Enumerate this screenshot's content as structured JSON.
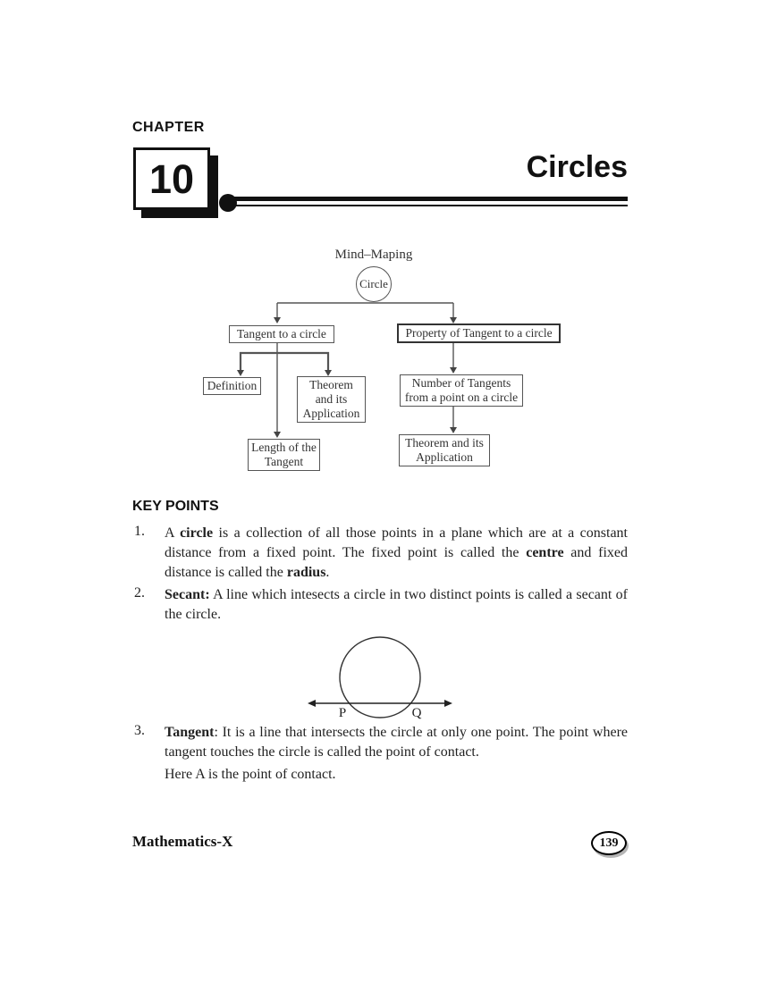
{
  "header": {
    "chapter_label": "CHAPTER",
    "chapter_number": "10",
    "title": "Circles"
  },
  "mindmap": {
    "title": "Mind–Maping",
    "root": "Circle",
    "nodes": {
      "tangent": "Tangent to a circle",
      "property": "Property of Tangent to a circle",
      "definition": "Definition",
      "theorem_left": "Theorem and its Application",
      "length": "Length of the Tangent",
      "number": "Number of Tangents from a point on a circle",
      "theorem_right": "Theorem and its Application"
    }
  },
  "key_points": {
    "heading": "KEY POINTS",
    "items": [
      {
        "number": "1.",
        "segments": [
          {
            "text": "A ",
            "bold": false
          },
          {
            "text": "circle",
            "bold": true
          },
          {
            "text": " is a collection of all those points in a plane which are at a constant distance from a fixed point. The fixed point is called the ",
            "bold": false
          },
          {
            "text": "centre",
            "bold": true
          },
          {
            "text": " and fixed distance is called the ",
            "bold": false
          },
          {
            "text": "radius",
            "bold": true
          },
          {
            "text": ".",
            "bold": false
          }
        ]
      },
      {
        "number": "2.",
        "segments": [
          {
            "text": "Secant:",
            "bold": true
          },
          {
            "text": " A line which intesects a circle in two distinct points is called a secant of the circle.",
            "bold": false
          }
        ]
      },
      {
        "number": "3.",
        "segments": [
          {
            "text": "Tangent",
            "bold": true
          },
          {
            "text": ": It is a line that intersects the circle at only one point. The point where tangent touches the circle is called the point of contact.",
            "bold": false
          }
        ]
      }
    ],
    "note": "Here A is the point of contact."
  },
  "figure": {
    "label_p": "P",
    "label_q": "Q"
  },
  "footer": {
    "book": "Mathematics-X",
    "page_number": "139"
  }
}
